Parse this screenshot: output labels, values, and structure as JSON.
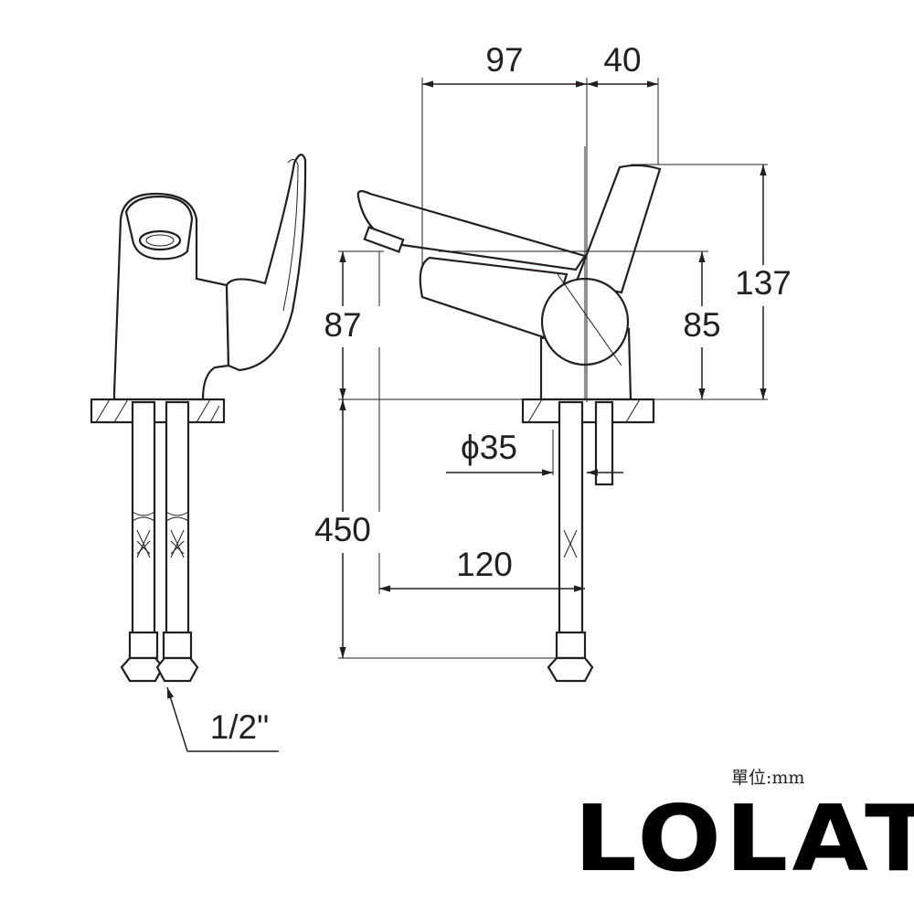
{
  "title": "Faucet dimension drawing",
  "dimensions": {
    "spout_reach": "97",
    "handle_offset": "40",
    "total_height": "137",
    "spout_height": "87",
    "body_height": "85",
    "hose_length": "450",
    "base_diameter": "ϕ35",
    "hose_spacing": "120",
    "connector_size": "1/2\""
  },
  "unit_label": "單位:mm",
  "brand": "LOLAT",
  "colors": {
    "line": "#231f20",
    "background": "#ffffff"
  }
}
